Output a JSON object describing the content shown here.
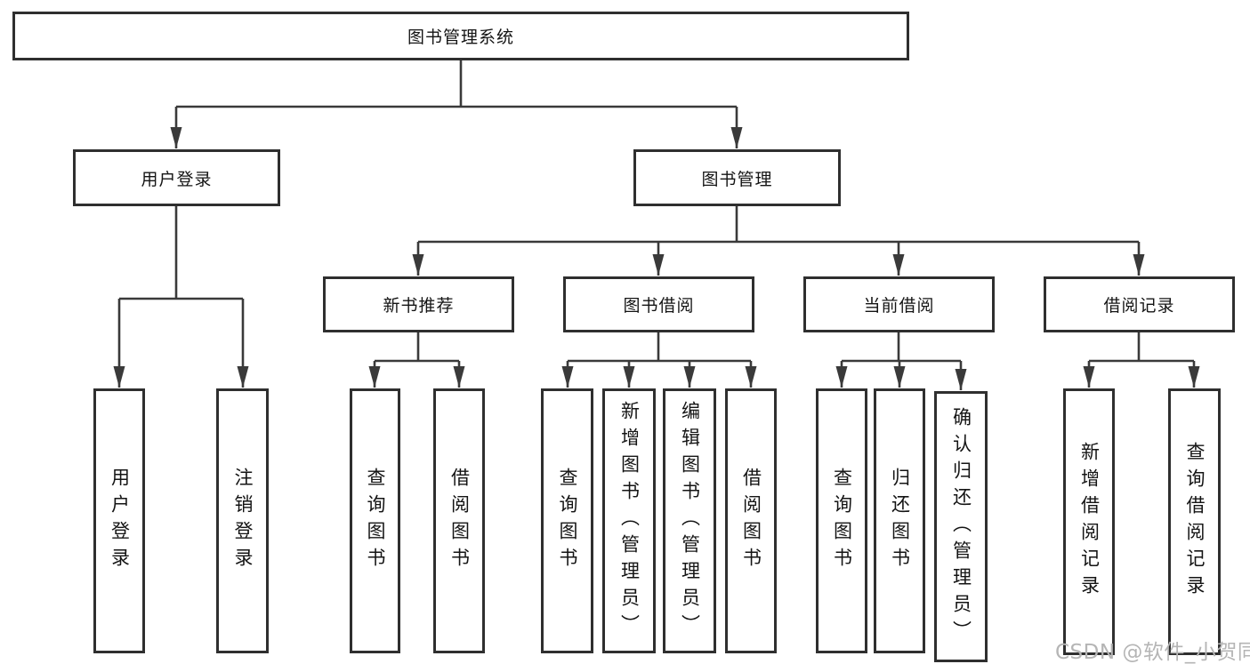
{
  "tree": {
    "label": "图书管理系统",
    "children": [
      {
        "label": "用户登录",
        "children": [
          {
            "label": "用户登录"
          },
          {
            "label": "注销登录"
          }
        ]
      },
      {
        "label": "图书管理",
        "children": [
          {
            "label": "新书推荐",
            "children": [
              {
                "label": "查询图书"
              },
              {
                "label": "借阅图书"
              }
            ]
          },
          {
            "label": "图书借阅",
            "children": [
              {
                "label": "查询图书"
              },
              {
                "label": "新增图书（管理员）"
              },
              {
                "label": "编辑图书（管理员）"
              },
              {
                "label": "借阅图书"
              }
            ]
          },
          {
            "label": "当前借阅",
            "children": [
              {
                "label": "查询图书"
              },
              {
                "label": "归还图书"
              },
              {
                "label": "确认归还（管理员）"
              }
            ]
          },
          {
            "label": "借阅记录",
            "children": [
              {
                "label": "新增借阅记录"
              },
              {
                "label": "查询借阅记录"
              }
            ]
          }
        ]
      }
    ]
  },
  "watermark": {
    "text": "CSDN @软件_小贺同学"
  },
  "colors": {
    "line": "#3a3a3a",
    "border": "#2f2f2f",
    "text": "#141414",
    "bg": "#ffffff",
    "watermark": "#b5b5b5"
  }
}
